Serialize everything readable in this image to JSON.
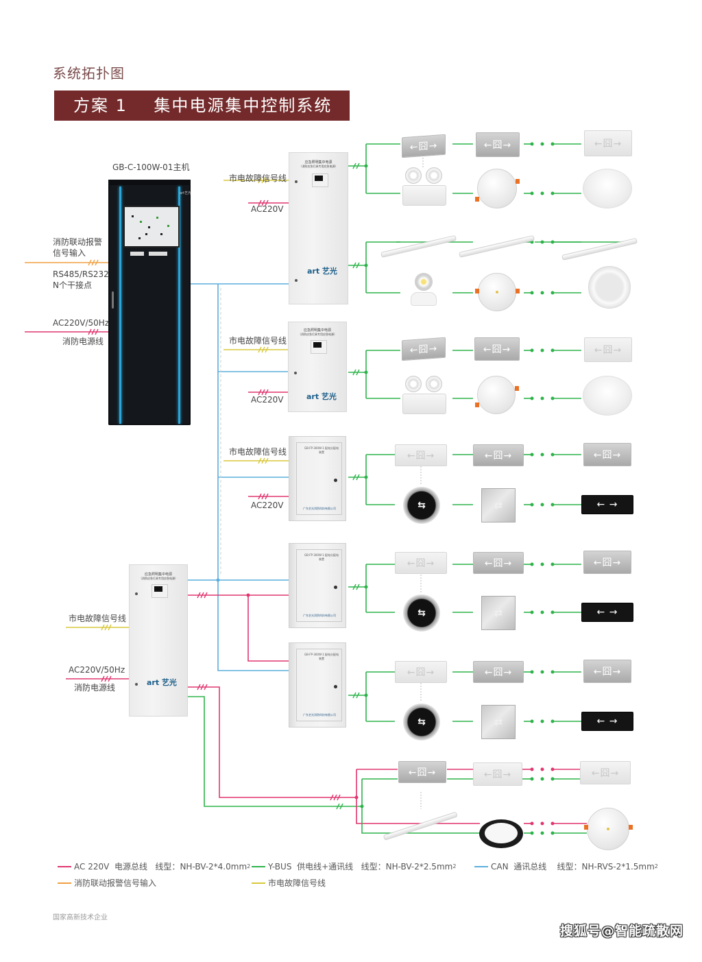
{
  "header": {
    "section_title": "系统拓扑图",
    "banner_title": "方案 1    集中电源集中控制系统"
  },
  "colors": {
    "banner_bg": "#74292a",
    "ac220v_power_bus": "#e0356f",
    "y_bus": "#2db34a",
    "can_bus": "#5aaedc",
    "fire_alarm_input": "#f0a040",
    "mains_fault_signal": "#d8c83a"
  },
  "host": {
    "label": "GB-C-100W-01主机",
    "brand_mark": "art艺光",
    "inputs": [
      {
        "label_lines": [
          "消防联动报警",
          "信号输入"
        ],
        "line_type": "fire_alarm_input"
      },
      {
        "label_lines": [
          "RS485/RS232",
          "N个干接点"
        ],
        "line_type": "fire_alarm_input"
      },
      {
        "label_lines": [
          "AC220V/50Hz",
          "消防电源线"
        ],
        "line_type": "ac220v_power_bus"
      }
    ]
  },
  "branch_labels": {
    "mains_fault": "市电故障信号线",
    "ac220v": "AC220V"
  },
  "power_units": [
    {
      "name": "应急照明集中电源",
      "subtitle": "（消防应急灯具专用应急电源）",
      "brand": "art 艺光",
      "type": "集中电源"
    },
    {
      "name": "应急照明集中电源",
      "subtitle": "（消防应急灯具专用应急电源）",
      "brand": "art 艺光",
      "type": "集中电源"
    },
    {
      "name": "GB-FP-300W-1 配电分配电装置",
      "footer": "广东艺光消防科技有限公司",
      "type": "配电装置"
    },
    {
      "name": "GB-FP-300W-1 配电分配电装置",
      "footer": "广东艺光消防科技有限公司",
      "type": "配电装置"
    },
    {
      "name": "GB-FP-300W-1 配电分配电装置",
      "footer": "广东艺光消防科技有限公司",
      "type": "配电装置"
    }
  ],
  "secondary_power_unit": {
    "name": "应急照明集中电源",
    "subtitle": "（消防应急灯具专用应急电源）",
    "brand": "art 艺光",
    "inputs": [
      {
        "label_lines": [
          "市电故障信号线"
        ],
        "line_type": "mains_fault_signal"
      },
      {
        "label_lines": [
          "AC220V/50Hz",
          "消防电源线"
        ],
        "line_type": "ac220v_power_bus"
      }
    ]
  },
  "luminaire_rows": [
    {
      "group": 1,
      "row": 1,
      "items": [
        "exit-sign-hanging",
        "exit-sign-wall",
        "exit-sign-light"
      ]
    },
    {
      "group": 1,
      "row": 2,
      "items": [
        "twin-head-emergency-light",
        "round-ceiling-emergency-light",
        "ceiling-dome-light"
      ]
    },
    {
      "group": 1,
      "row": 3,
      "items": [
        "tube-light",
        "tube-light",
        "tube-light"
      ]
    },
    {
      "group": 1,
      "row": 4,
      "items": [
        "spot-emergency-light",
        "recessed-emergency-light",
        "downlight"
      ]
    },
    {
      "group": 2,
      "row": 1,
      "items": [
        "exit-sign-hanging",
        "exit-sign-wall",
        "exit-sign-light"
      ]
    },
    {
      "group": 2,
      "row": 2,
      "items": [
        "twin-head-emergency-light",
        "round-ceiling-emergency-light",
        "ceiling-dome-light"
      ]
    },
    {
      "group": 3,
      "row": 1,
      "items": [
        "exit-sign-light",
        "exit-sign-silver",
        "exit-sign-silver"
      ]
    },
    {
      "group": 3,
      "row": 2,
      "items": [
        "round-direction-sign",
        "steel-floor-direction-sign",
        "black-direction-sign"
      ]
    },
    {
      "group": 4,
      "row": 1,
      "items": [
        "exit-sign-light",
        "exit-sign-silver",
        "exit-sign-silver"
      ]
    },
    {
      "group": 4,
      "row": 2,
      "items": [
        "round-direction-sign",
        "steel-floor-direction-sign",
        "black-direction-sign"
      ]
    },
    {
      "group": 5,
      "row": 1,
      "items": [
        "exit-sign-light",
        "exit-sign-silver",
        "exit-sign-silver"
      ]
    },
    {
      "group": 5,
      "row": 2,
      "items": [
        "round-direction-sign",
        "steel-floor-direction-sign",
        "black-direction-sign"
      ]
    },
    {
      "group": 6,
      "row": 1,
      "items": [
        "exit-sign-silver",
        "exit-sign-light",
        "exit-sign-light"
      ]
    },
    {
      "group": 6,
      "row": 2,
      "items": [
        "tube-light",
        "bulkhead-light",
        "recessed-emergency-light"
      ]
    }
  ],
  "sign_glyphs": {
    "exit": "←囧→",
    "arrows_lr": "← →",
    "arrows_swap": "⇆",
    "arrows_swap_steel": "⇄",
    "brand_small": "ART艺光"
  },
  "continuation": "• • •",
  "wire_marks": {
    "three_core": "///",
    "two_core": "//"
  },
  "legend": [
    {
      "color_key": "ac220v_power_bus",
      "name": "AC 220V",
      "desc": "电源总线",
      "spec_label": "线型：",
      "spec": "NH-BV-2*4.0mm",
      "sup": "2"
    },
    {
      "color_key": "y_bus",
      "name": "Y-BUS",
      "desc": "供电线+通讯线",
      "spec_label": "线型：",
      "spec": "NH-BV-2*2.5mm",
      "sup": "2"
    },
    {
      "color_key": "can_bus",
      "name": "CAN",
      "desc": "通讯总线",
      "spec_label": "线型：",
      "spec": "NH-RVS-2*1.5mm",
      "sup": "2"
    },
    {
      "color_key": "fire_alarm_input",
      "name": "消防联动报警信号输入",
      "desc": "",
      "spec_label": "",
      "spec": "",
      "sup": ""
    },
    {
      "color_key": "mains_fault_signal",
      "name": "市电故障信号线",
      "desc": "",
      "spec_label": "",
      "spec": "",
      "sup": ""
    }
  ],
  "footer": {
    "note": "国家高新技术企业",
    "watermark": "搜狐号@智能疏散网"
  }
}
